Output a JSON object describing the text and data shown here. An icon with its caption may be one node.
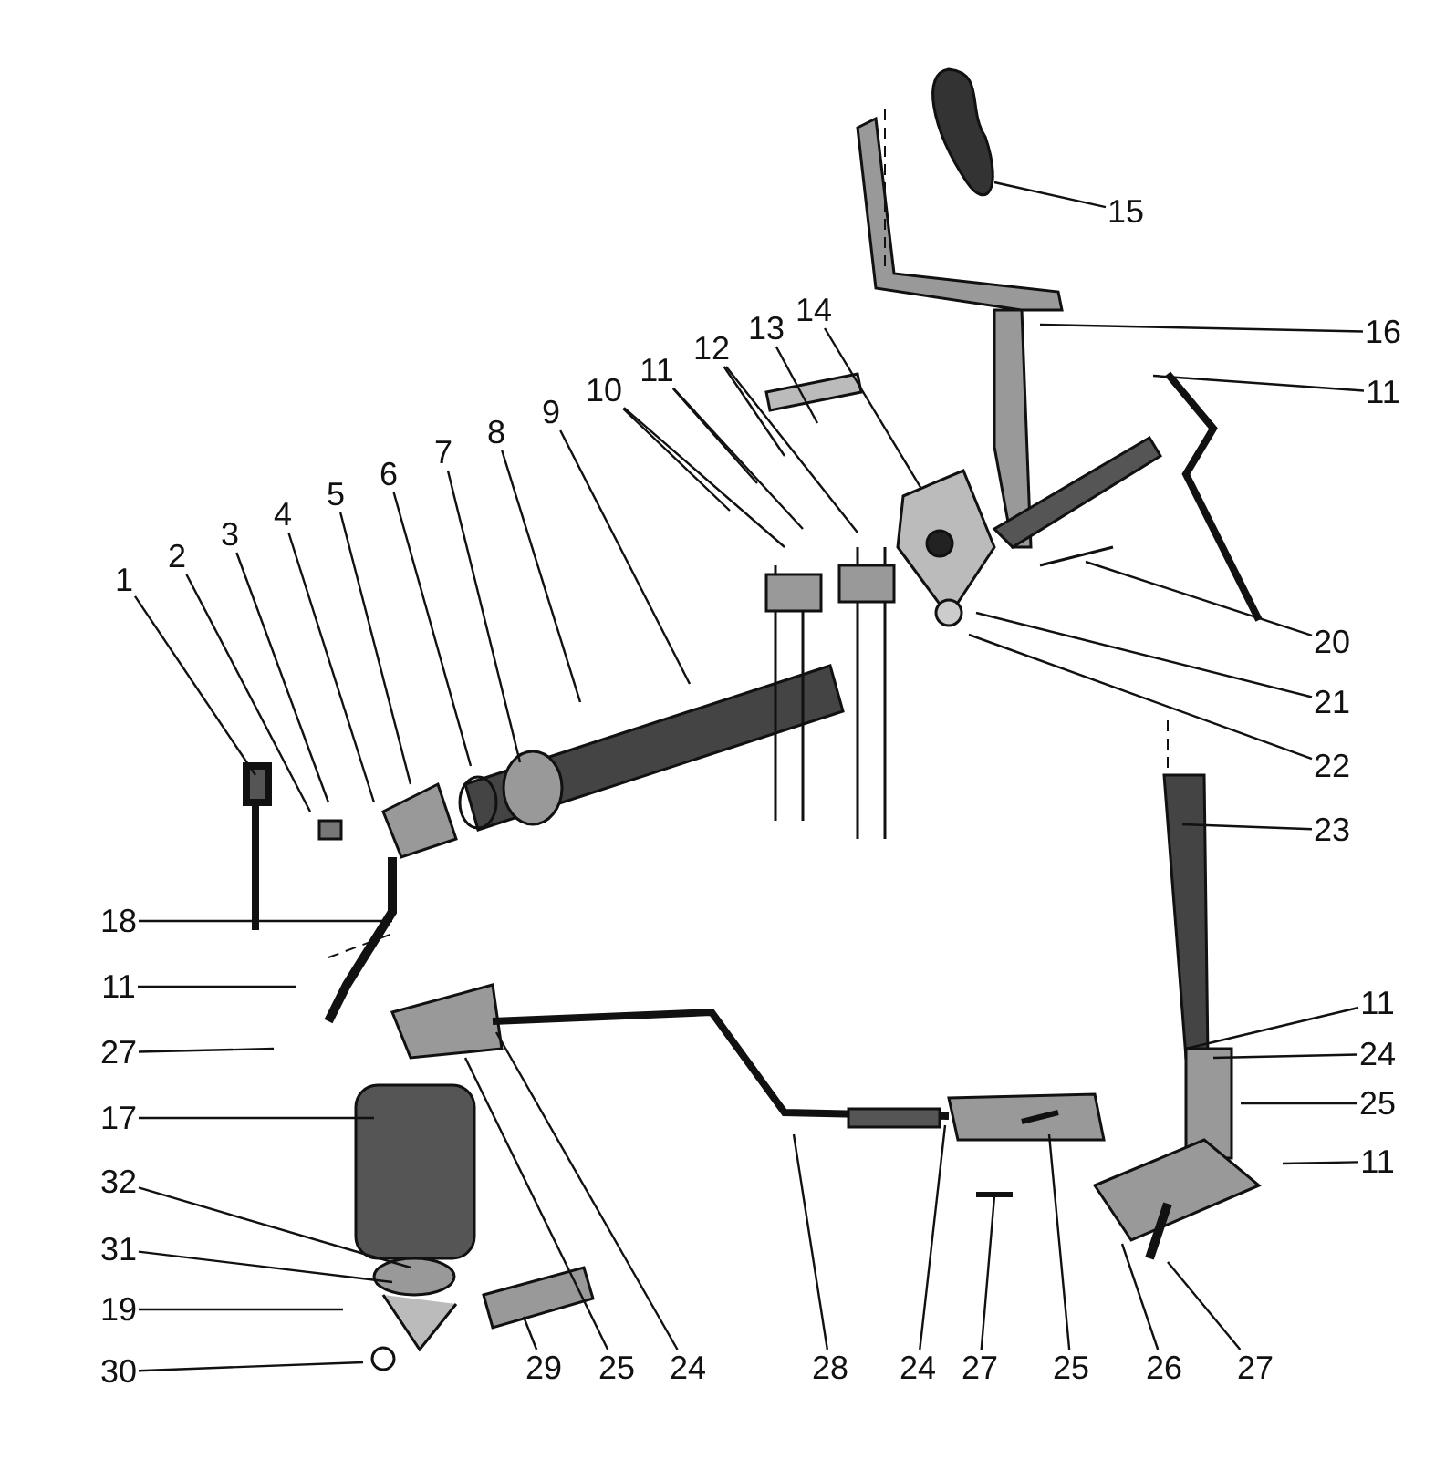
{
  "diagram": {
    "nodes": [
      {
        "text": [
          "1"
        ]
      },
      {
        "text": [
          "2"
        ]
      },
      {
        "text": [
          "3"
        ]
      },
      {
        "text": [
          "4"
        ]
      },
      {
        "text": [
          "5"
        ]
      },
      {
        "text": [
          "6"
        ]
      },
      {
        "text": [
          "7"
        ]
      },
      {
        "text": [
          "8"
        ]
      },
      {
        "text": [
          "9"
        ]
      },
      {
        "text": [
          "10"
        ]
      },
      {
        "text": [
          "11"
        ]
      },
      {
        "text": [
          "12"
        ]
      },
      {
        "text": [
          "13"
        ]
      },
      {
        "text": [
          "14"
        ]
      },
      {
        "text": [
          "15"
        ]
      },
      {
        "text": [
          "16"
        ]
      },
      {
        "text": [
          "11"
        ]
      },
      {
        "text": [
          "20"
        ]
      },
      {
        "text": [
          "21"
        ]
      },
      {
        "text": [
          "22"
        ]
      },
      {
        "text": [
          "23"
        ]
      },
      {
        "text": [
          "18"
        ]
      },
      {
        "text": [
          "11"
        ]
      },
      {
        "text": [
          "27"
        ]
      },
      {
        "text": [
          "17"
        ]
      },
      {
        "text": [
          "32"
        ]
      },
      {
        "text": [
          "31"
        ]
      },
      {
        "text": [
          "19"
        ]
      },
      {
        "text": [
          "30"
        ]
      },
      {
        "text": [
          "11"
        ]
      },
      {
        "text": [
          "24"
        ]
      },
      {
        "text": [
          "25"
        ]
      },
      {
        "text": [
          "11"
        ]
      },
      {
        "text": [
          "29"
        ]
      },
      {
        "text": [
          "25"
        ]
      },
      {
        "text": [
          "24"
        ]
      },
      {
        "text": [
          "28"
        ]
      },
      {
        "text": [
          "24"
        ]
      },
      {
        "text": [
          "27"
        ]
      },
      {
        "text": [
          "25"
        ]
      },
      {
        "text": [
          "26"
        ]
      },
      {
        "text": [
          "27"
        ]
      }
    ],
    "edges": [
      {
        "from": 0,
        "to": null,
        "arrow": "none"
      },
      {
        "from": 1,
        "to": null,
        "arrow": "none"
      },
      {
        "from": 2,
        "to": null,
        "arrow": "none"
      },
      {
        "from": 3,
        "to": null,
        "arrow": "none"
      },
      {
        "from": 4,
        "to": null,
        "arrow": "none"
      },
      {
        "from": 5,
        "to": null,
        "arrow": "none"
      },
      {
        "from": 6,
        "to": null,
        "arrow": "none"
      },
      {
        "from": 7,
        "to": null,
        "arrow": "none"
      },
      {
        "from": 8,
        "to": null,
        "arrow": "none"
      },
      {
        "from": 9,
        "to": null,
        "arrow": "none"
      },
      {
        "from": 9,
        "to": null,
        "arrow": "none"
      },
      {
        "from": 10,
        "to": null,
        "arrow": "none"
      },
      {
        "from": 10,
        "to": null,
        "arrow": "none"
      },
      {
        "from": 11,
        "to": null,
        "arrow": "none"
      },
      {
        "from": 11,
        "to": null,
        "arrow": "none"
      },
      {
        "from": 12,
        "to": null,
        "arrow": "none"
      },
      {
        "from": 13,
        "to": null,
        "arrow": "none"
      },
      {
        "from": 14,
        "to": null,
        "arrow": "none"
      },
      {
        "from": 15,
        "to": null,
        "arrow": "none"
      },
      {
        "from": 16,
        "to": null,
        "arrow": "none"
      },
      {
        "from": 17,
        "to": null,
        "arrow": "none"
      },
      {
        "from": 18,
        "to": null,
        "arrow": "none"
      },
      {
        "from": 19,
        "to": null,
        "arrow": "none"
      },
      {
        "from": 20,
        "to": null,
        "arrow": "none"
      },
      {
        "from": 21,
        "to": null,
        "arrow": "none"
      },
      {
        "from": 22,
        "to": null,
        "arrow": "none"
      },
      {
        "from": 23,
        "to": null,
        "arrow": "none"
      },
      {
        "from": 24,
        "to": null,
        "arrow": "none"
      },
      {
        "from": 25,
        "to": null,
        "arrow": "none"
      },
      {
        "from": 26,
        "to": null,
        "arrow": "none"
      },
      {
        "from": 27,
        "to": null,
        "arrow": "none"
      },
      {
        "from": 28,
        "to": null,
        "arrow": "none"
      },
      {
        "from": 29,
        "to": null,
        "arrow": "none"
      },
      {
        "from": 30,
        "to": null,
        "arrow": "none"
      },
      {
        "from": 31,
        "to": null,
        "arrow": "none"
      },
      {
        "from": 32,
        "to": null,
        "arrow": "none"
      },
      {
        "from": 33,
        "to": null,
        "arrow": "none"
      },
      {
        "from": 34,
        "to": null,
        "arrow": "none"
      },
      {
        "from": 35,
        "to": null,
        "arrow": "none"
      },
      {
        "from": 36,
        "to": null,
        "arrow": "none"
      },
      {
        "from": 37,
        "to": null,
        "arrow": "none"
      },
      {
        "from": 38,
        "to": null,
        "arrow": "none"
      },
      {
        "from": 39,
        "to": null,
        "arrow": "none"
      },
      {
        "from": 40,
        "to": null,
        "arrow": "none"
      },
      {
        "from": 41,
        "to": null,
        "arrow": "none"
      }
    ]
  }
}
